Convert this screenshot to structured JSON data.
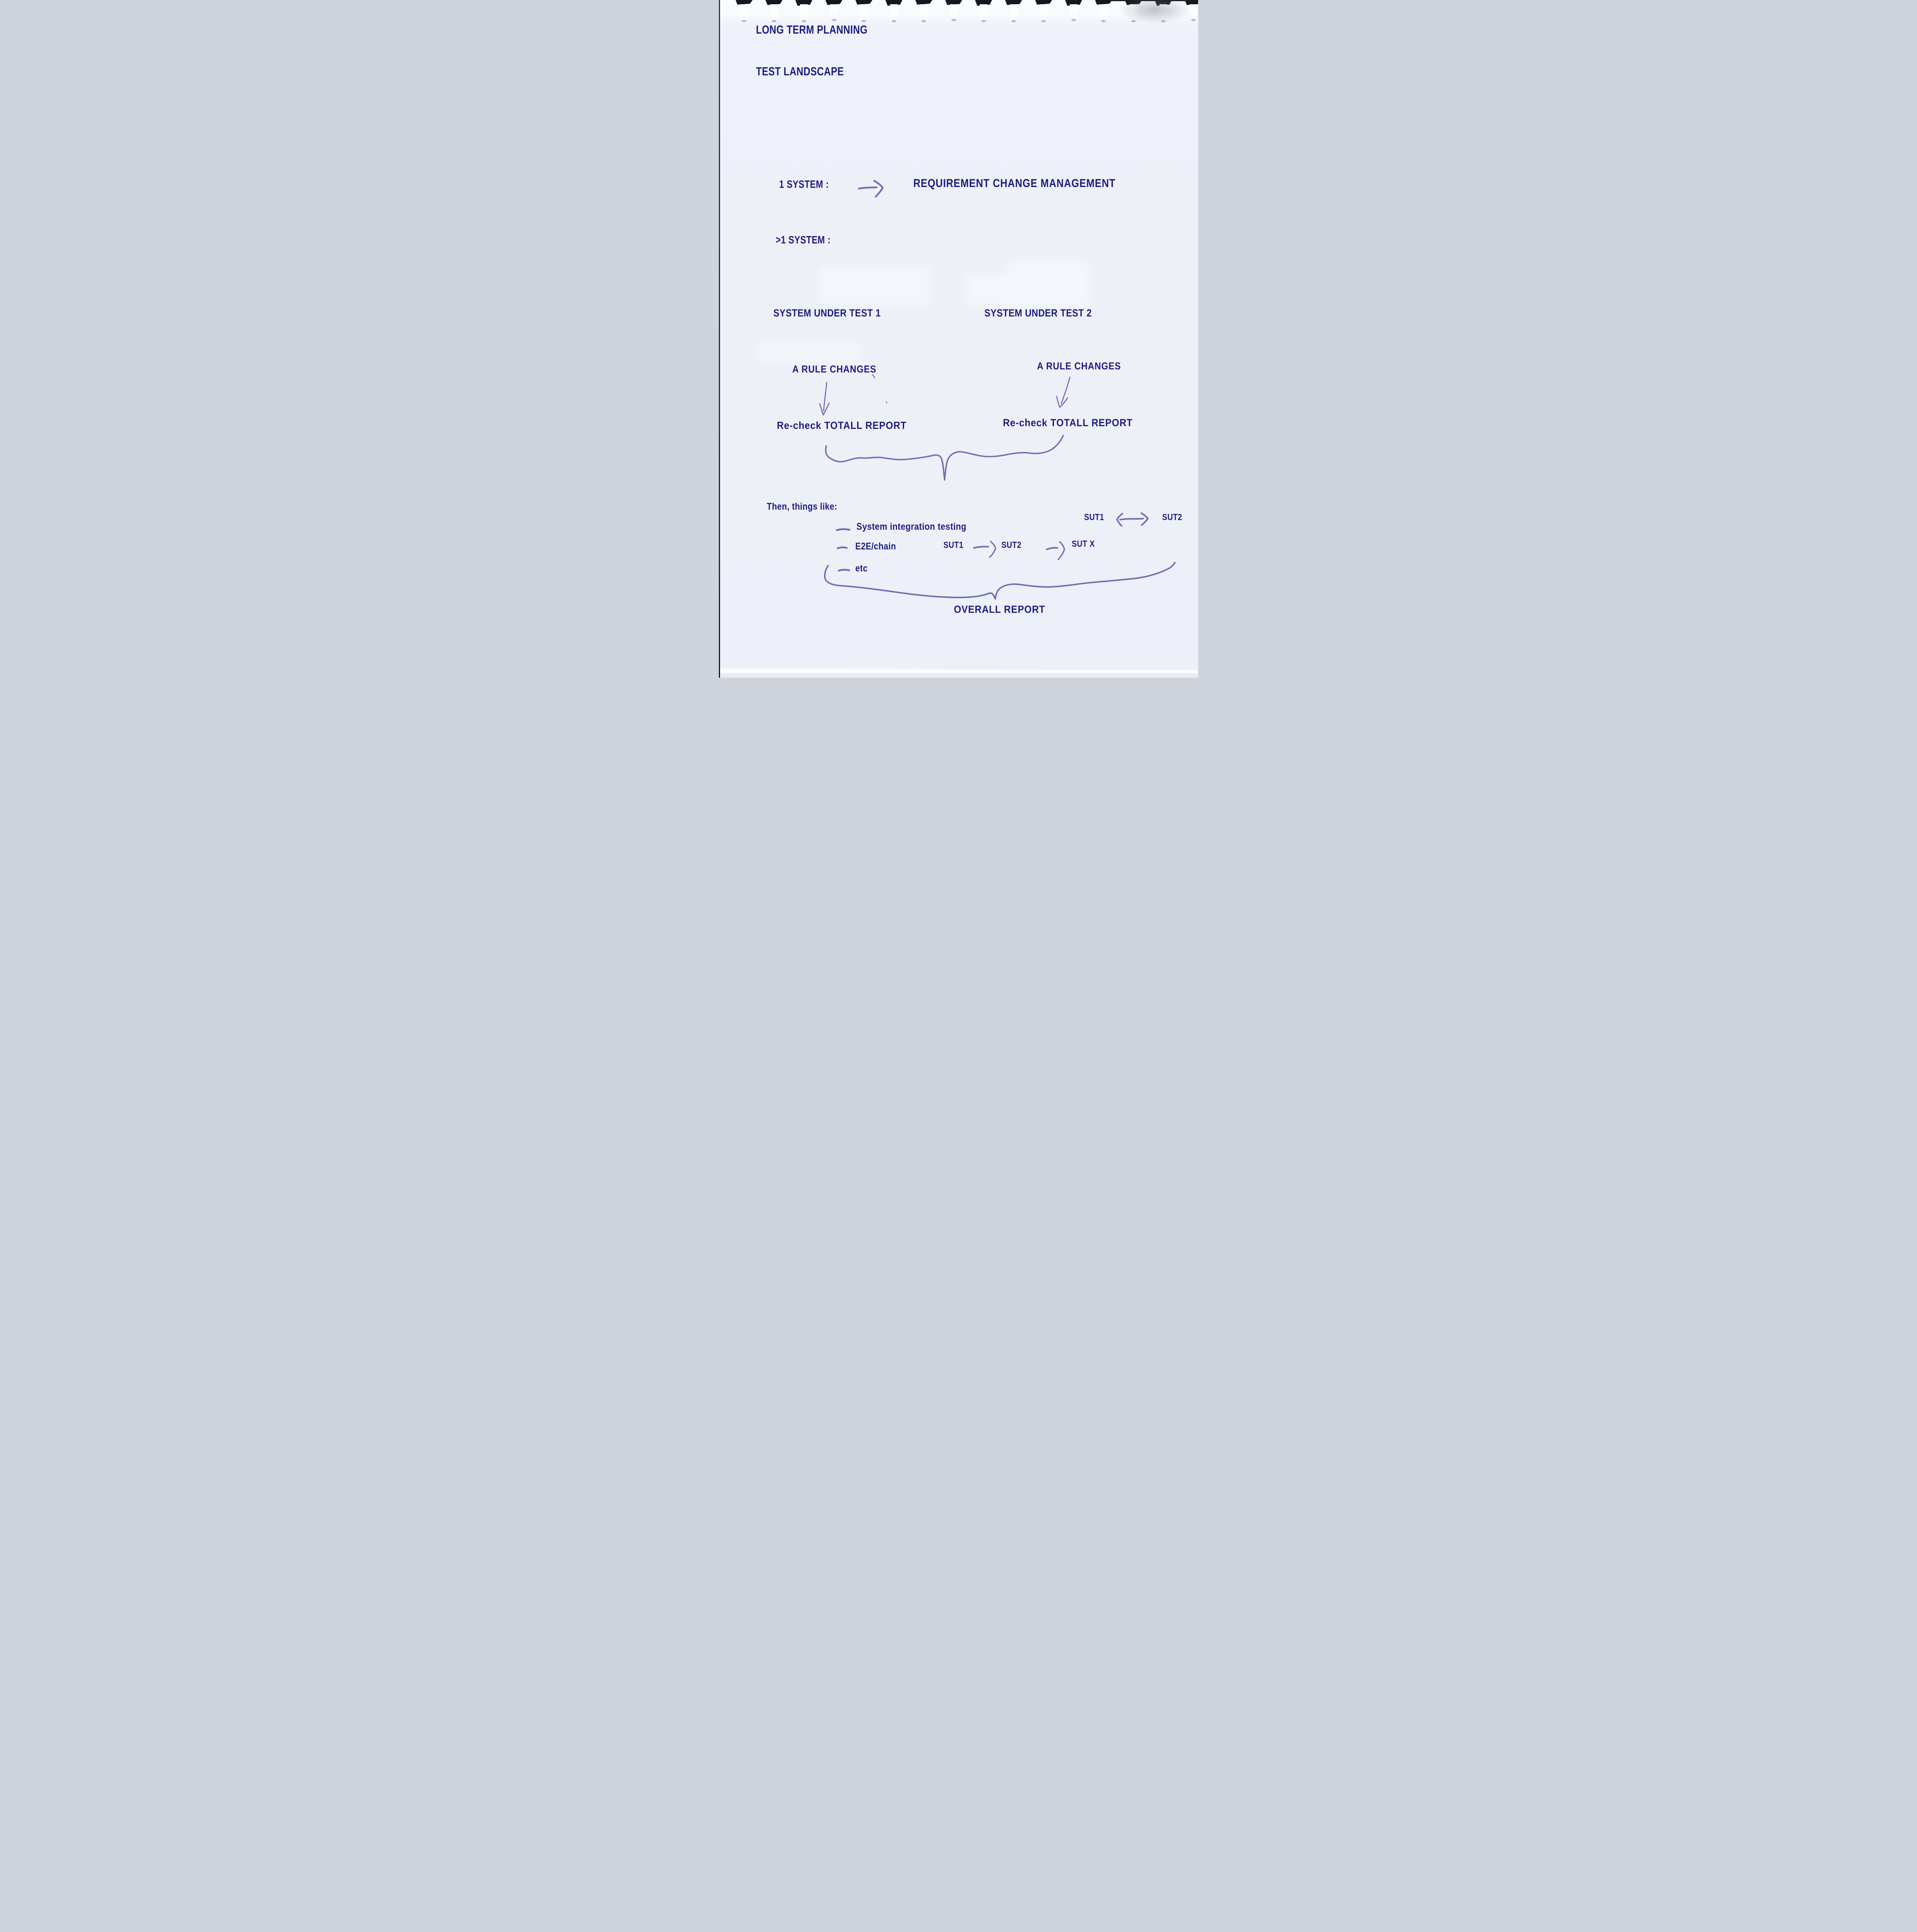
{
  "colors": {
    "ink_navy": "#1b1b82",
    "pen_purple": "#6467ae",
    "paper": "#eef0f8"
  },
  "binding": {
    "tab_count": 16,
    "style": "top-spiral-notebook"
  },
  "headings": {
    "long_term_planning": "LONG TERM PLANNING",
    "test_landscape": "TEST LANDSCAPE"
  },
  "single_system": {
    "label": "1 SYSTEM :",
    "connector_icon": "right-arrow",
    "result": "REQUIREMENT CHANGE MANAGEMENT"
  },
  "multi_system": {
    "label": ">1 SYSTEM :"
  },
  "sut_columns": [
    {
      "title": "SYSTEM UNDER TEST 1",
      "event": "A RULE CHANGES",
      "connector_icon": "down-arrow",
      "action": "Re-check TOTALL REPORT"
    },
    {
      "title": "SYSTEM UNDER TEST 2",
      "event": "A RULE CHANGES",
      "connector_icon": "down-arrow",
      "action": "Re-check TOTALL REPORT"
    }
  ],
  "merge": {
    "top_brace_icon": "curly-brace-pointing-down",
    "bottom_brace_icon": "curly-brace-pointing-down"
  },
  "then_section": {
    "heading": "Then, things like:",
    "items": [
      {
        "bullet_icon": "dash",
        "label": "System integration testing"
      },
      {
        "bullet_icon": "dash",
        "label": "E2E/chain"
      },
      {
        "bullet_icon": "dash",
        "label": "etc"
      }
    ],
    "sut_pair": {
      "left": "SUT1",
      "connector_icon": "double-arrow",
      "right": "SUT2"
    },
    "sut_chain": {
      "first": "SUT1",
      "arrow1_icon": "right-arrow",
      "second": "SUT2",
      "arrow2_icon": "right-arrow",
      "third": "SUT X"
    },
    "result": "OVERALL REPORT"
  }
}
